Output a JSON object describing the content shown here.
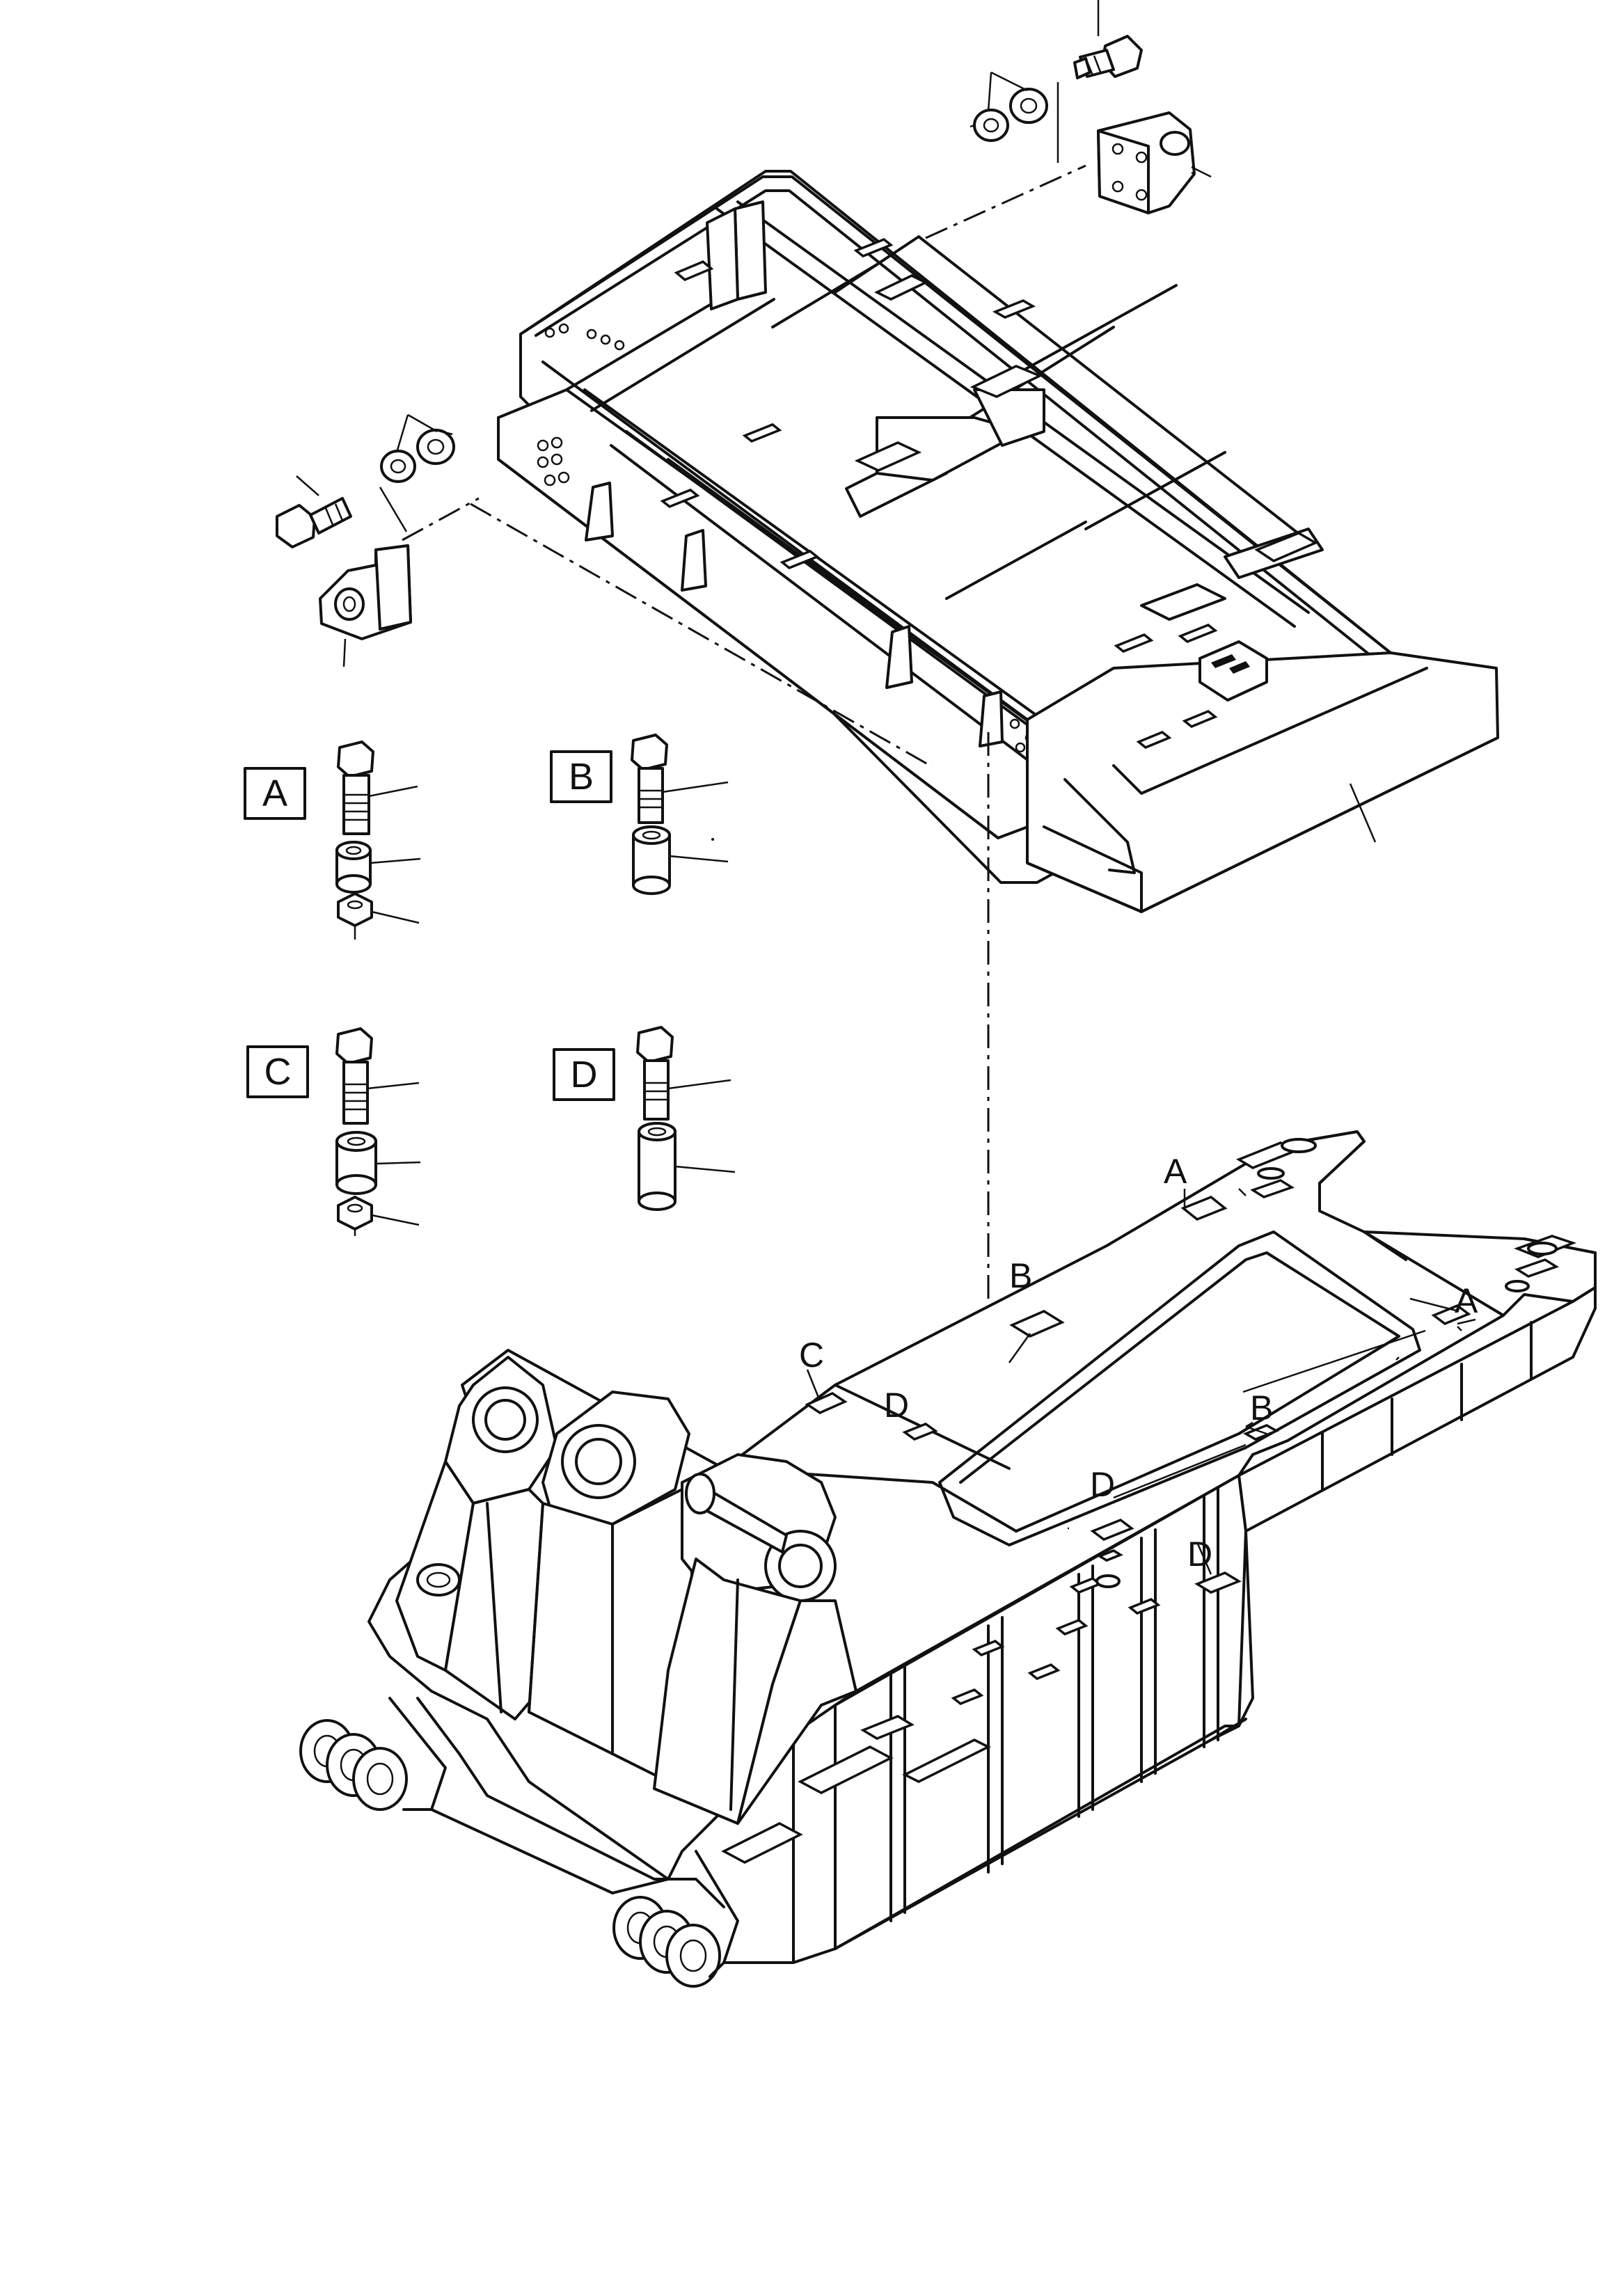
{
  "detail_boxes": [
    {
      "id": "A",
      "label": "A"
    },
    {
      "id": "B",
      "label": "B"
    },
    {
      "id": "C",
      "label": "C"
    },
    {
      "id": "D",
      "label": "D"
    }
  ],
  "frame_callouts": [
    {
      "id": "a1",
      "label": "A"
    },
    {
      "id": "a2",
      "label": "A"
    },
    {
      "id": "b1",
      "label": "B"
    },
    {
      "id": "b2",
      "label": "B"
    },
    {
      "id": "c1",
      "label": "C"
    },
    {
      "id": "d1",
      "label": "D"
    },
    {
      "id": "d2",
      "label": "D"
    },
    {
      "id": "d3",
      "label": "D"
    }
  ]
}
